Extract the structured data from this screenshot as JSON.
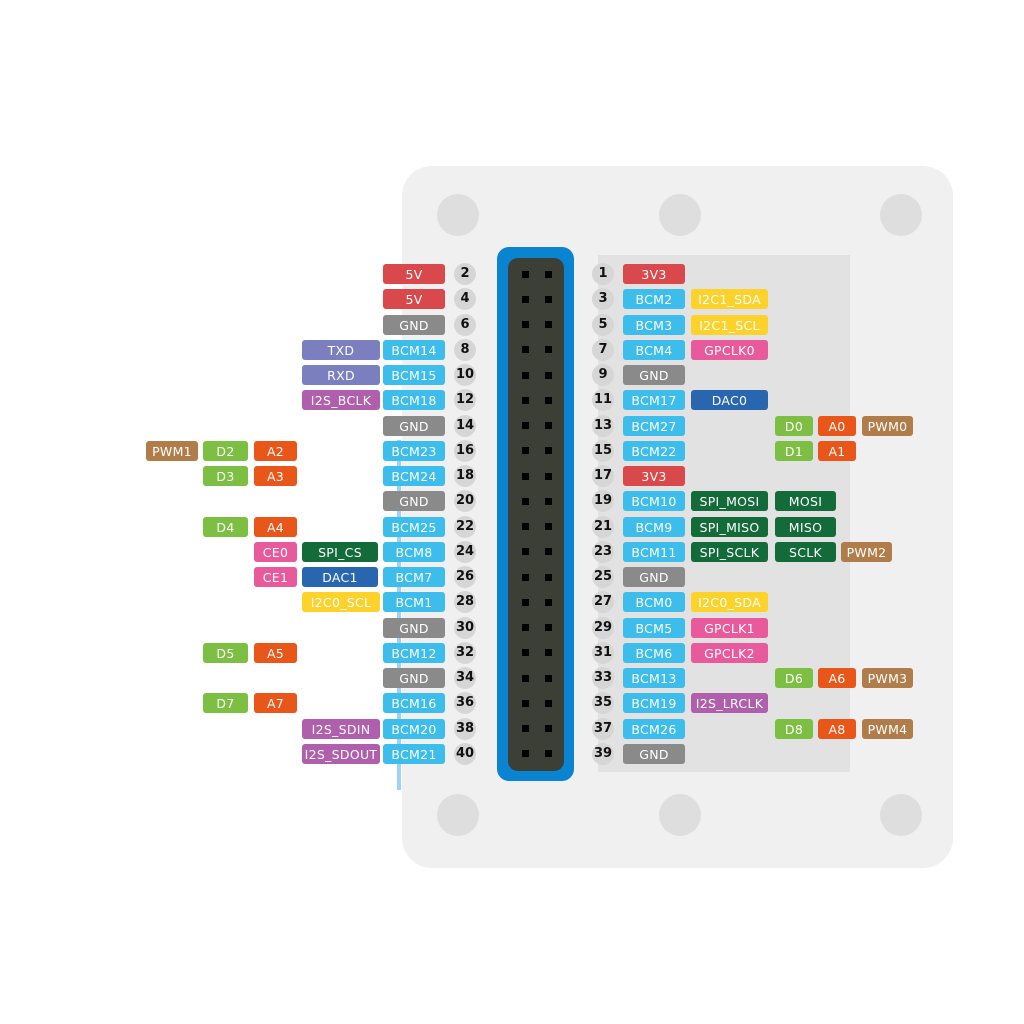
{
  "colors": {
    "power": "#d9484a",
    "gnd": "#8a8a8a",
    "bcm": "#3dbdeb",
    "uart": "#7b7fc0",
    "i2s": "#b05fad",
    "i2c": "#fdd22a",
    "gpclk": "#e85a9c",
    "dac": "#2866b0",
    "spi": "#136b3a",
    "spi_alt": "#136b3a",
    "ce": "#e85a9c",
    "digital": "#7cbf42",
    "analog": "#e8561a",
    "pwm": "#b07d4a"
  },
  "left_pins": [
    {
      "pin": "2",
      "labels": [
        {
          "text": "5V",
          "type": "power"
        }
      ]
    },
    {
      "pin": "4",
      "labels": [
        {
          "text": "5V",
          "type": "power"
        }
      ]
    },
    {
      "pin": "6",
      "labels": [
        {
          "text": "GND",
          "type": "gnd"
        }
      ]
    },
    {
      "pin": "8",
      "labels": [
        {
          "text": "BCM14",
          "type": "bcm"
        },
        {
          "text": "TXD",
          "type": "uart"
        }
      ]
    },
    {
      "pin": "10",
      "labels": [
        {
          "text": "BCM15",
          "type": "bcm"
        },
        {
          "text": "RXD",
          "type": "uart"
        }
      ]
    },
    {
      "pin": "12",
      "labels": [
        {
          "text": "BCM18",
          "type": "bcm"
        },
        {
          "text": "I2S_BCLK",
          "type": "i2s"
        }
      ]
    },
    {
      "pin": "14",
      "labels": [
        {
          "text": "GND",
          "type": "gnd"
        }
      ]
    },
    {
      "pin": "16",
      "labels": [
        {
          "text": "BCM23",
          "type": "bcm"
        },
        {
          "text": "A2",
          "type": "analog"
        },
        {
          "text": "D2",
          "type": "digital"
        },
        {
          "text": "PWM1",
          "type": "pwm"
        }
      ]
    },
    {
      "pin": "18",
      "labels": [
        {
          "text": "BCM24",
          "type": "bcm"
        },
        {
          "text": "A3",
          "type": "analog"
        },
        {
          "text": "D3",
          "type": "digital"
        }
      ]
    },
    {
      "pin": "20",
      "labels": [
        {
          "text": "GND",
          "type": "gnd"
        }
      ]
    },
    {
      "pin": "22",
      "labels": [
        {
          "text": "BCM25",
          "type": "bcm"
        },
        {
          "text": "A4",
          "type": "analog"
        },
        {
          "text": "D4",
          "type": "digital"
        }
      ]
    },
    {
      "pin": "24",
      "labels": [
        {
          "text": "BCM8",
          "type": "bcm"
        },
        {
          "text": "SPI_CS",
          "type": "spi"
        },
        {
          "text": "CE0",
          "type": "ce"
        }
      ]
    },
    {
      "pin": "26",
      "labels": [
        {
          "text": "BCM7",
          "type": "bcm"
        },
        {
          "text": "DAC1",
          "type": "dac"
        },
        {
          "text": "CE1",
          "type": "ce"
        }
      ]
    },
    {
      "pin": "28",
      "labels": [
        {
          "text": "BCM1",
          "type": "bcm"
        },
        {
          "text": "I2C0_SCL",
          "type": "i2c"
        }
      ]
    },
    {
      "pin": "30",
      "labels": [
        {
          "text": "GND",
          "type": "gnd"
        }
      ]
    },
    {
      "pin": "32",
      "labels": [
        {
          "text": "BCM12",
          "type": "bcm"
        },
        {
          "text": "A5",
          "type": "analog"
        },
        {
          "text": "D5",
          "type": "digital"
        }
      ]
    },
    {
      "pin": "34",
      "labels": [
        {
          "text": "GND",
          "type": "gnd"
        }
      ]
    },
    {
      "pin": "36",
      "labels": [
        {
          "text": "BCM16",
          "type": "bcm"
        },
        {
          "text": "A7",
          "type": "analog"
        },
        {
          "text": "D7",
          "type": "digital"
        }
      ]
    },
    {
      "pin": "38",
      "labels": [
        {
          "text": "BCM20",
          "type": "bcm"
        },
        {
          "text": "I2S_SDIN",
          "type": "i2s"
        }
      ]
    },
    {
      "pin": "40",
      "labels": [
        {
          "text": "BCM21",
          "type": "bcm"
        },
        {
          "text": "I2S_SDOUT",
          "type": "i2s"
        }
      ]
    }
  ],
  "right_pins": [
    {
      "pin": "1",
      "labels": [
        {
          "text": "3V3",
          "type": "power"
        }
      ]
    },
    {
      "pin": "3",
      "labels": [
        {
          "text": "BCM2",
          "type": "bcm"
        },
        {
          "text": "I2C1_SDA",
          "type": "i2c"
        }
      ]
    },
    {
      "pin": "5",
      "labels": [
        {
          "text": "BCM3",
          "type": "bcm"
        },
        {
          "text": "I2C1_SCL",
          "type": "i2c"
        }
      ]
    },
    {
      "pin": "7",
      "labels": [
        {
          "text": "BCM4",
          "type": "bcm"
        },
        {
          "text": "GPCLK0",
          "type": "gpclk"
        }
      ]
    },
    {
      "pin": "9",
      "labels": [
        {
          "text": "GND",
          "type": "gnd"
        }
      ]
    },
    {
      "pin": "11",
      "labels": [
        {
          "text": "BCM17",
          "type": "bcm"
        },
        {
          "text": "DAC0",
          "type": "dac"
        }
      ]
    },
    {
      "pin": "13",
      "labels": [
        {
          "text": "BCM27",
          "type": "bcm"
        },
        {
          "text": "D0",
          "type": "digital"
        },
        {
          "text": "A0",
          "type": "analog"
        },
        {
          "text": "PWM0",
          "type": "pwm"
        }
      ]
    },
    {
      "pin": "15",
      "labels": [
        {
          "text": "BCM22",
          "type": "bcm"
        },
        {
          "text": "D1",
          "type": "digital"
        },
        {
          "text": "A1",
          "type": "analog"
        }
      ]
    },
    {
      "pin": "17",
      "labels": [
        {
          "text": "3V3",
          "type": "power"
        }
      ]
    },
    {
      "pin": "19",
      "labels": [
        {
          "text": "BCM10",
          "type": "bcm"
        },
        {
          "text": "SPI_MOSI",
          "type": "spi"
        },
        {
          "text": "MOSI",
          "type": "spi_alt"
        }
      ]
    },
    {
      "pin": "21",
      "labels": [
        {
          "text": "BCM9",
          "type": "bcm"
        },
        {
          "text": "SPI_MISO",
          "type": "spi"
        },
        {
          "text": "MISO",
          "type": "spi_alt"
        }
      ]
    },
    {
      "pin": "23",
      "labels": [
        {
          "text": "BCM11",
          "type": "bcm"
        },
        {
          "text": "SPI_SCLK",
          "type": "spi"
        },
        {
          "text": "SCLK",
          "type": "spi_alt"
        },
        {
          "text": "PWM2",
          "type": "pwm"
        }
      ]
    },
    {
      "pin": "25",
      "labels": [
        {
          "text": "GND",
          "type": "gnd"
        }
      ]
    },
    {
      "pin": "27",
      "labels": [
        {
          "text": "BCM0",
          "type": "bcm"
        },
        {
          "text": "I2C0_SDA",
          "type": "i2c"
        }
      ]
    },
    {
      "pin": "29",
      "labels": [
        {
          "text": "BCM5",
          "type": "bcm"
        },
        {
          "text": "GPCLK1",
          "type": "gpclk"
        }
      ]
    },
    {
      "pin": "31",
      "labels": [
        {
          "text": "BCM6",
          "type": "bcm"
        },
        {
          "text": "GPCLK2",
          "type": "gpclk"
        }
      ]
    },
    {
      "pin": "33",
      "labels": [
        {
          "text": "BCM13",
          "type": "bcm"
        },
        {
          "text": "D6",
          "type": "digital"
        },
        {
          "text": "A6",
          "type": "analog"
        },
        {
          "text": "PWM3",
          "type": "pwm"
        }
      ]
    },
    {
      "pin": "35",
      "labels": [
        {
          "text": "BCM19",
          "type": "bcm"
        },
        {
          "text": "I2S_LRCLK",
          "type": "i2s"
        }
      ]
    },
    {
      "pin": "37",
      "labels": [
        {
          "text": "BCM26",
          "type": "bcm"
        },
        {
          "text": "D8",
          "type": "digital"
        },
        {
          "text": "A8",
          "type": "analog"
        },
        {
          "text": "PWM4",
          "type": "pwm"
        }
      ]
    },
    {
      "pin": "39",
      "labels": [
        {
          "text": "GND",
          "type": "gnd"
        }
      ]
    }
  ]
}
